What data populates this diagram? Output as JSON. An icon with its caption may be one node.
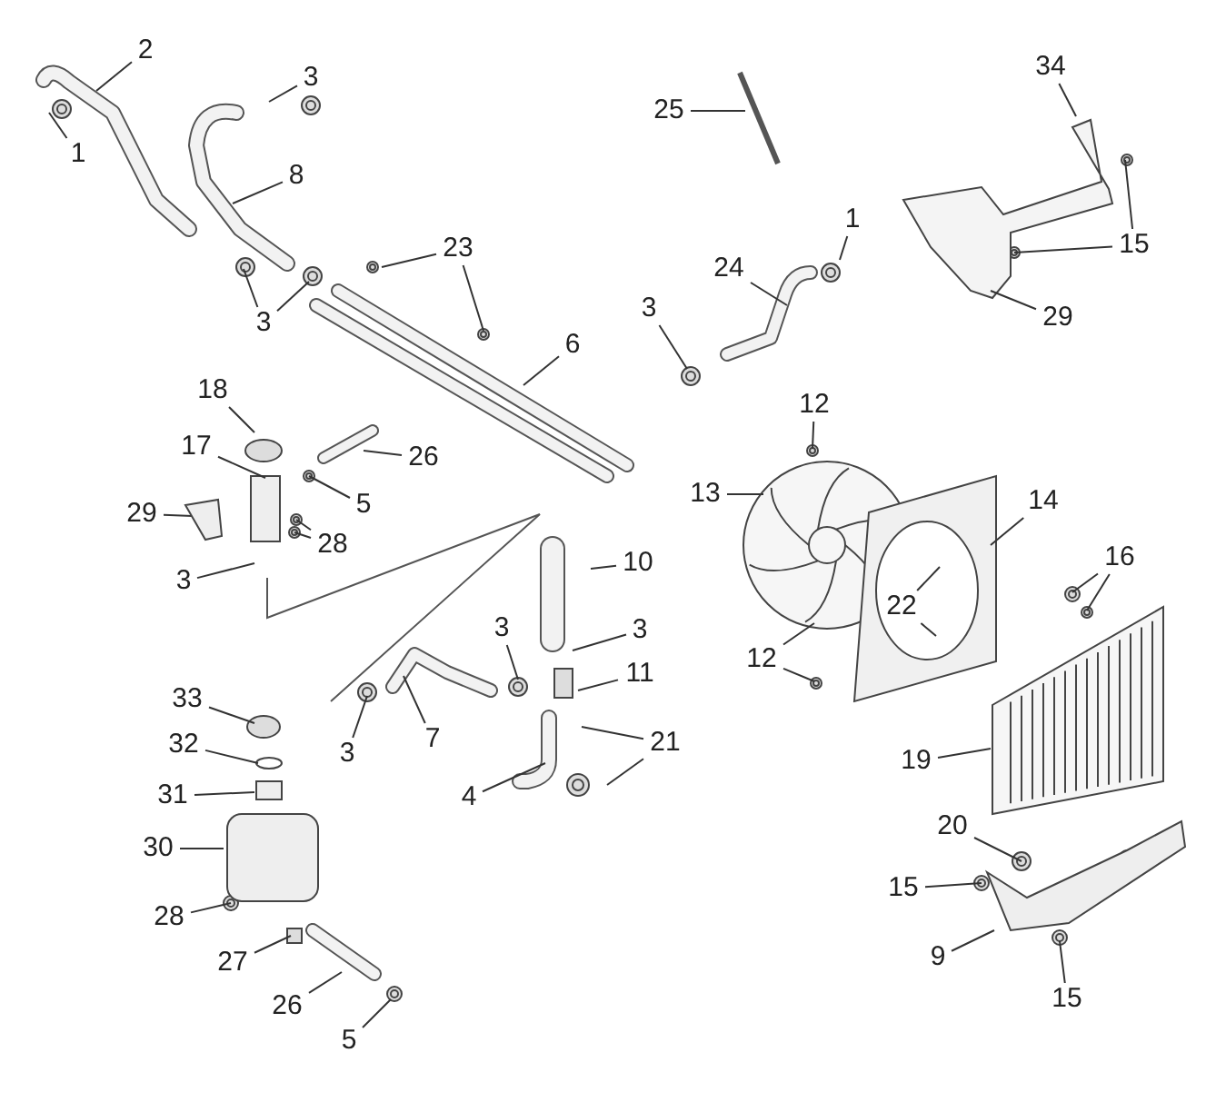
{
  "diagram": {
    "nodes": [
      {
        "text": [
          "2"
        ]
      },
      {
        "text": [
          "34"
        ]
      },
      {
        "text": [
          "3"
        ]
      },
      {
        "text": [
          "25"
        ]
      },
      {
        "text": [
          "1"
        ]
      },
      {
        "text": [
          "8"
        ]
      },
      {
        "text": [
          "1"
        ]
      },
      {
        "text": [
          "15"
        ]
      },
      {
        "text": [
          "23"
        ]
      },
      {
        "text": [
          "24"
        ]
      },
      {
        "text": [
          "3"
        ]
      },
      {
        "text": [
          "29"
        ]
      },
      {
        "text": [
          "3"
        ]
      },
      {
        "text": [
          "6"
        ]
      },
      {
        "text": [
          "18"
        ]
      },
      {
        "text": [
          "12"
        ]
      },
      {
        "text": [
          "26"
        ]
      },
      {
        "text": [
          "17"
        ]
      },
      {
        "text": [
          "13"
        ]
      },
      {
        "text": [
          "14"
        ]
      },
      {
        "text": [
          "29"
        ]
      },
      {
        "text": [
          "5"
        ]
      },
      {
        "text": [
          "28"
        ]
      },
      {
        "text": [
          "16"
        ]
      },
      {
        "text": [
          "10"
        ]
      },
      {
        "text": [
          "3"
        ]
      },
      {
        "text": [
          "22"
        ]
      },
      {
        "text": [
          "3"
        ]
      },
      {
        "text": [
          "3"
        ]
      },
      {
        "text": [
          "12"
        ]
      },
      {
        "text": [
          "11"
        ]
      },
      {
        "text": [
          "33"
        ]
      },
      {
        "text": [
          "21"
        ]
      },
      {
        "text": [
          "32"
        ]
      },
      {
        "text": [
          "7"
        ]
      },
      {
        "text": [
          "3"
        ]
      },
      {
        "text": [
          "19"
        ]
      },
      {
        "text": [
          "31"
        ]
      },
      {
        "text": [
          "4"
        ]
      },
      {
        "text": [
          "20"
        ]
      },
      {
        "text": [
          "30"
        ]
      },
      {
        "text": [
          "15"
        ]
      },
      {
        "text": [
          "28"
        ]
      },
      {
        "text": [
          "9"
        ]
      },
      {
        "text": [
          "27"
        ]
      },
      {
        "text": [
          "15"
        ]
      },
      {
        "text": [
          "26"
        ]
      },
      {
        "text": [
          "5"
        ]
      },
      {
        "text": [],
        "shape": "picture"
      }
    ],
    "edges": [
      {
        "from": 0,
        "to": null,
        "arrow": "none"
      },
      {
        "from": 1,
        "to": null,
        "arrow": "none"
      },
      {
        "from": 2,
        "to": null,
        "arrow": "none"
      },
      {
        "from": 3,
        "to": null,
        "arrow": "none"
      },
      {
        "from": 4,
        "to": null,
        "arrow": "none"
      },
      {
        "from": 5,
        "to": null,
        "arrow": "none"
      },
      {
        "from": 6,
        "to": null,
        "arrow": "none"
      },
      {
        "from": 7,
        "to": null,
        "arrow": "none"
      },
      {
        "from": 7,
        "to": null,
        "arrow": "none"
      },
      {
        "from": 8,
        "to": null,
        "arrow": "none"
      },
      {
        "from": 8,
        "to": null,
        "arrow": "none"
      },
      {
        "from": 9,
        "to": null,
        "arrow": "none"
      },
      {
        "from": 10,
        "to": null,
        "arrow": "none"
      },
      {
        "from": 11,
        "to": null,
        "arrow": "none"
      },
      {
        "from": 12,
        "to": null,
        "arrow": "none"
      },
      {
        "from": 12,
        "to": null,
        "arrow": "none"
      },
      {
        "from": 13,
        "to": null,
        "arrow": "none"
      },
      {
        "from": 14,
        "to": null,
        "arrow": "none"
      },
      {
        "from": 15,
        "to": null,
        "arrow": "none"
      },
      {
        "from": 16,
        "to": null,
        "arrow": "none"
      },
      {
        "from": 17,
        "to": null,
        "arrow": "none"
      },
      {
        "from": 18,
        "to": null,
        "arrow": "none"
      },
      {
        "from": 19,
        "to": null,
        "arrow": "none"
      },
      {
        "from": 20,
        "to": 48,
        "arrow": "none"
      },
      {
        "from": 21,
        "to": null,
        "arrow": "none"
      },
      {
        "from": 22,
        "to": null,
        "arrow": "none"
      },
      {
        "from": 22,
        "to": null,
        "arrow": "none"
      },
      {
        "from": 23,
        "to": null,
        "arrow": "none"
      },
      {
        "from": 23,
        "to": null,
        "arrow": "none"
      },
      {
        "from": 24,
        "to": null,
        "arrow": "none"
      },
      {
        "from": 25,
        "to": null,
        "arrow": "none"
      },
      {
        "from": 26,
        "to": null,
        "arrow": "none"
      },
      {
        "from": 26,
        "to": null,
        "arrow": "none"
      },
      {
        "from": 27,
        "to": null,
        "arrow": "none"
      },
      {
        "from": 28,
        "to": null,
        "arrow": "none"
      },
      {
        "from": 29,
        "to": null,
        "arrow": "none"
      },
      {
        "from": 29,
        "to": null,
        "arrow": "none"
      },
      {
        "from": 30,
        "to": null,
        "arrow": "none"
      },
      {
        "from": 31,
        "to": null,
        "arrow": "none"
      },
      {
        "from": 32,
        "to": null,
        "arrow": "none"
      },
      {
        "from": 32,
        "to": null,
        "arrow": "none"
      },
      {
        "from": 33,
        "to": null,
        "arrow": "none"
      },
      {
        "from": 34,
        "to": null,
        "arrow": "none"
      },
      {
        "from": 35,
        "to": null,
        "arrow": "none"
      },
      {
        "from": 36,
        "to": null,
        "arrow": "none"
      },
      {
        "from": 37,
        "to": null,
        "arrow": "none"
      },
      {
        "from": 38,
        "to": null,
        "arrow": "none"
      },
      {
        "from": 39,
        "to": null,
        "arrow": "none"
      },
      {
        "from": 40,
        "to": null,
        "arrow": "none"
      },
      {
        "from": 41,
        "to": null,
        "arrow": "none"
      },
      {
        "from": 42,
        "to": null,
        "arrow": "none"
      },
      {
        "from": 43,
        "to": null,
        "arrow": "none"
      },
      {
        "from": 44,
        "to": null,
        "arrow": "none"
      },
      {
        "from": 45,
        "to": null,
        "arrow": "none"
      },
      {
        "from": 46,
        "to": null,
        "arrow": "none"
      },
      {
        "from": 47,
        "to": null,
        "arrow": "none"
      }
    ]
  }
}
